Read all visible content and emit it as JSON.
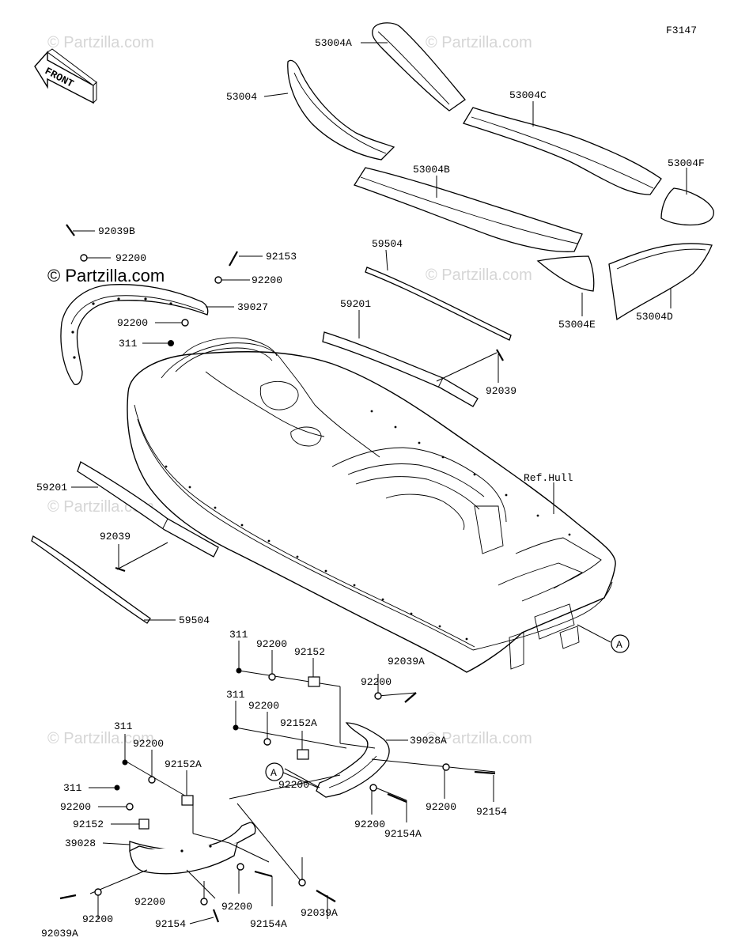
{
  "diagram_code": "F3147",
  "front_arrow_text": "FRONT",
  "watermarks": {
    "text": "© Partzilla.com",
    "prominent": "© Partzilla.com"
  },
  "ref_callout": "A",
  "labels": {
    "p53004A": "53004A",
    "p53004": "53004",
    "p53004C": "53004C",
    "p53004B": "53004B",
    "p53004F": "53004F",
    "p53004E": "53004E",
    "p53004D": "53004D",
    "p92039B": "92039B",
    "p92200_a": "92200",
    "p92153": "92153",
    "p92200_b": "92200",
    "p39027": "39027",
    "p92200_c": "92200",
    "p311_a": "311",
    "p59504_top": "59504",
    "p59201_top": "59201",
    "p92039_top": "92039",
    "pRefHull": "Ref.Hull",
    "p59201_left": "59201",
    "p92039_left": "92039",
    "p59504_left": "59504",
    "p311_b": "311",
    "p92200_d": "92200",
    "p92152": "92152",
    "p92039A_a": "92039A",
    "p92200_e": "92200",
    "p311_c": "311",
    "p92200_f": "92200",
    "p92152A_a": "92152A",
    "p39028A": "39028A",
    "p311_d": "311",
    "p92200_g": "92200",
    "p92152A_b": "92152A",
    "p311_e": "311",
    "p92200_h": "92200",
    "p92152_b": "92152",
    "p39028": "39028",
    "p92200_i": "92200",
    "p92200_j": "92200",
    "p92154A_a": "92154A",
    "p92200_k": "92200",
    "p92154": "92154",
    "p92200_l": "92200",
    "p92200_m": "92200",
    "p92200_n": "92200",
    "p92154_b": "92154",
    "p92154A_b": "92154A",
    "p92039A_b": "92039A",
    "p92039A_c": "92039A"
  }
}
